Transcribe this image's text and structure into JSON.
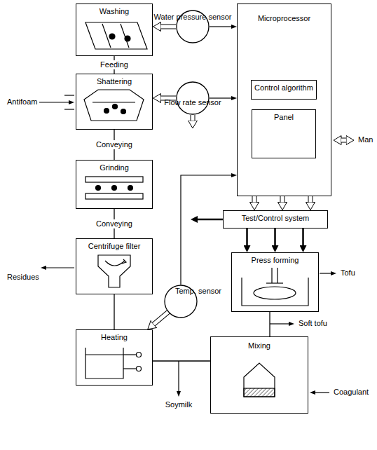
{
  "diagram": {
    "nodes": [
      {
        "text": [
          "Washing"
        ]
      },
      {
        "text": [
          "Water pressure sensor"
        ]
      },
      {
        "text": [
          "Microprocessor"
        ]
      },
      {
        "text": [
          "Control algorithm"
        ],
        "in": 2
      },
      {
        "text": [
          "Panel"
        ],
        "in": 2
      },
      {
        "text": [
          "Shattering"
        ]
      },
      {
        "text": [
          "Flow rate sensor"
        ]
      },
      {
        "text": [
          "Grinding"
        ]
      },
      {
        "text": [
          "Test/Control system"
        ]
      },
      {
        "text": [
          "Press forming"
        ]
      },
      {
        "text": [
          "Centrifuge filter"
        ]
      },
      {
        "text": [
          "Temp. sensor"
        ]
      },
      {
        "text": [
          "Heating"
        ]
      },
      {
        "text": [
          "Mixing"
        ]
      }
    ],
    "edges": [
      {
        "from": 0,
        "to": 5,
        "label": "Feeding",
        "arrow": "none"
      },
      {
        "from": 5,
        "to": 7,
        "label": "Conveying",
        "arrow": "none"
      },
      {
        "from": 7,
        "to": 10,
        "label": "Conveying",
        "arrow": "none"
      },
      {
        "from": 10,
        "to": 12,
        "arrow": "none"
      },
      {
        "from": 12,
        "to": 13,
        "arrow": "none"
      },
      {
        "from": 13,
        "to": 9,
        "arrow": "none"
      },
      {
        "from": 1,
        "to": 0,
        "arrow": "to"
      },
      {
        "from": 1,
        "to": 2,
        "arrow": "to"
      },
      {
        "from": 6,
        "to": 5,
        "arrow": "to"
      },
      {
        "from": 6,
        "to": 2,
        "arrow": "to"
      },
      {
        "from": 11,
        "to": 12,
        "arrow": "to"
      },
      {
        "from": 11,
        "to": 2,
        "arrow": "to"
      },
      {
        "from": 2,
        "to": 8,
        "arrow": "to"
      },
      {
        "from": 2,
        "to": 8,
        "arrow": "to"
      },
      {
        "from": 2,
        "to": 8,
        "arrow": "to"
      },
      {
        "from": 8,
        "to": 9,
        "arrow": "to"
      },
      {
        "from": 8,
        "to": 9,
        "arrow": "to"
      },
      {
        "from": 8,
        "to": 9,
        "arrow": "to"
      }
    ],
    "labels": [
      "Antifoam",
      "Residues",
      "Soymilk",
      "Coagulant",
      "Tofu",
      "Soft tofu",
      "Man"
    ]
  }
}
